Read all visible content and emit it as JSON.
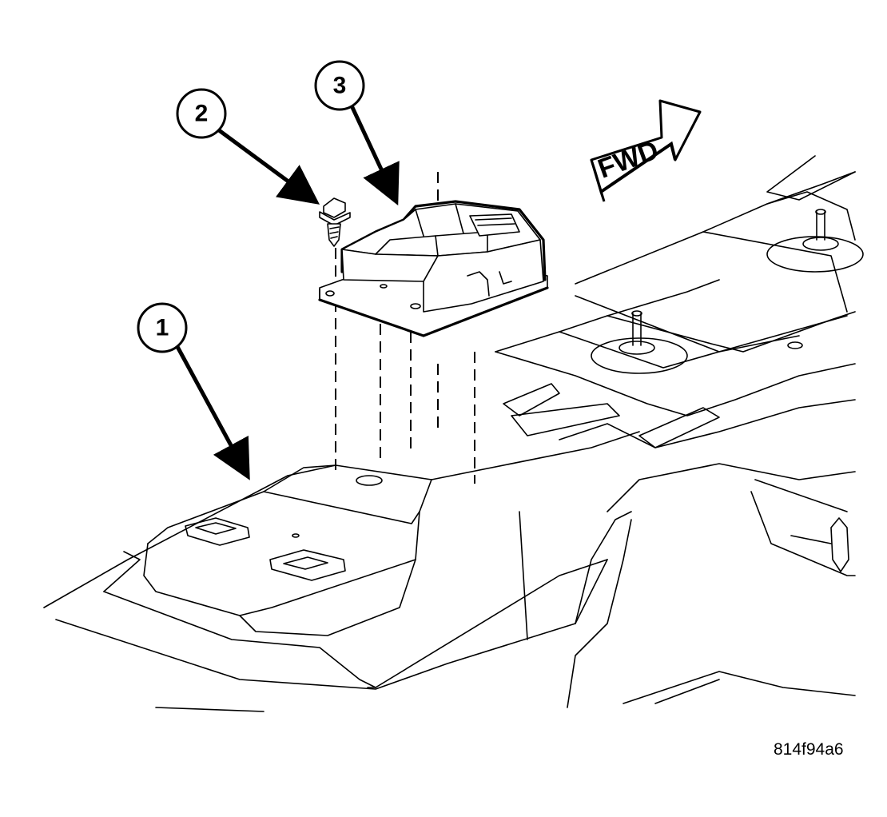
{
  "callouts": [
    {
      "number": "1"
    },
    {
      "number": "2"
    },
    {
      "number": "3"
    }
  ],
  "direction_arrow": {
    "label": "FWD"
  },
  "figure_id": "814f94a6"
}
